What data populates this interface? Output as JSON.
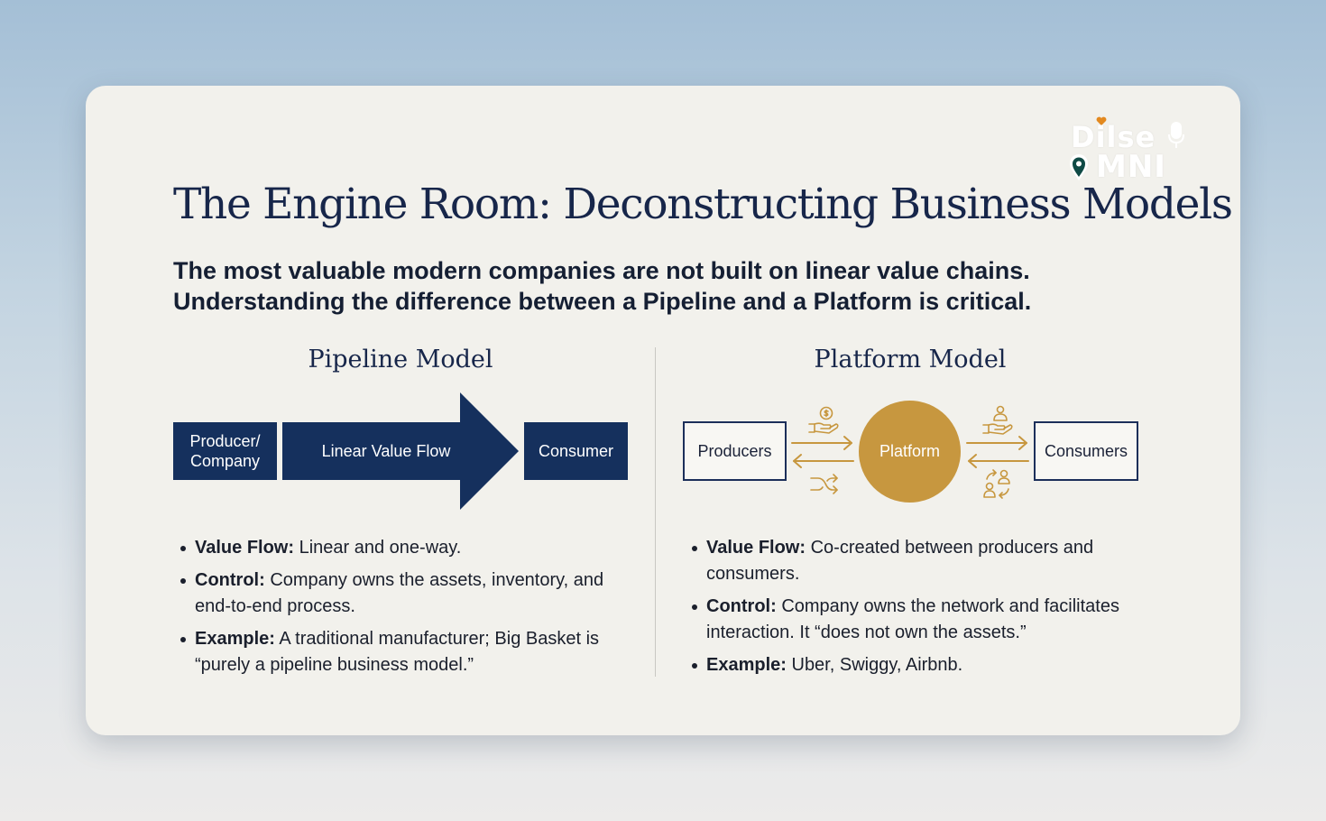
{
  "slide": {
    "title": "The Engine Room: Deconstructing Business Models",
    "subtitle_line1": "The most valuable modern companies are not built on linear value chains.",
    "subtitle_line2": "Understanding the difference between a Pipeline and a Platform is critical."
  },
  "logo": {
    "line1": "Dilse",
    "line2": "MNI",
    "accent_heart": "#e3891f",
    "accent_pin": "#0f4a45"
  },
  "pipeline": {
    "title": "Pipeline Model",
    "producer_line1": "Producer/",
    "producer_line2": "Company",
    "flow_label": "Linear Value Flow",
    "consumer_label": "Consumer",
    "bullets": [
      {
        "label": "Value Flow:",
        "text": " Linear and one-way."
      },
      {
        "label": "Control:",
        "text": " Company owns the assets, inventory, and end-to-end process."
      },
      {
        "label": "Example:",
        "text": " A traditional manufacturer; Big Basket is “purely a pipeline business model.”"
      }
    ]
  },
  "platform": {
    "title": "Platform Model",
    "producers_label": "Producers",
    "hub_label": "Platform",
    "consumers_label": "Consumers",
    "icons": [
      "money-hand-icon",
      "shuffle-icon",
      "person-hand-icon",
      "exchange-people-icon"
    ],
    "bullets": [
      {
        "label": "Value Flow:",
        "text": " Co-created between producers and consumers."
      },
      {
        "label": "Control:",
        "text": " Company owns the network and facilitates interaction. It “does not own the assets.”"
      },
      {
        "label": "Example:",
        "text": " Uber, Swiggy, Airbnb."
      }
    ]
  },
  "colors": {
    "navy": "#15305d",
    "gold": "#c7973f",
    "card": "#f2f1ec"
  }
}
